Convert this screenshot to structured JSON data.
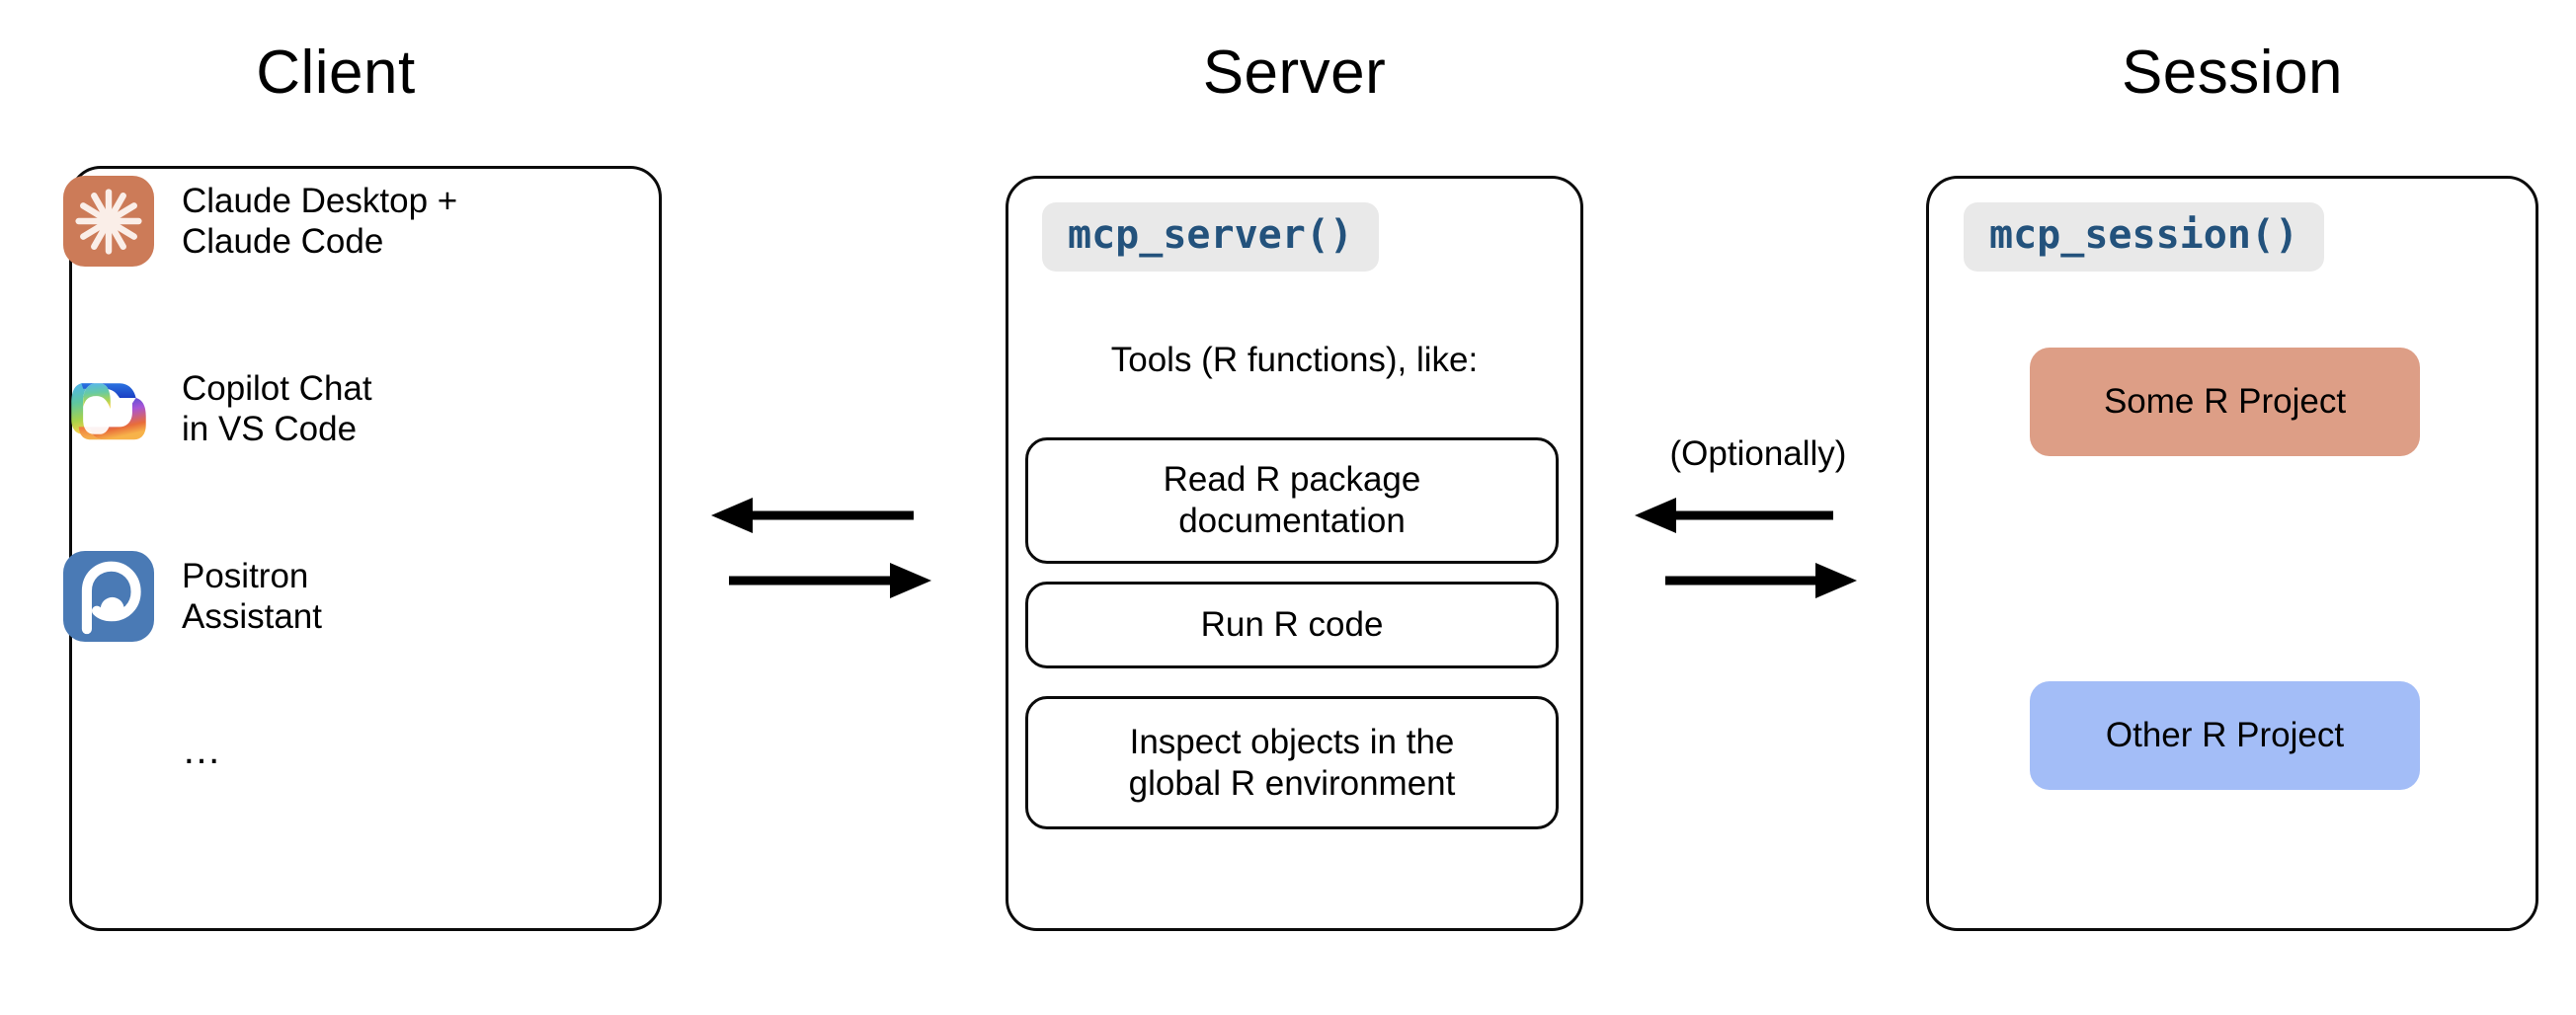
{
  "columns": {
    "client_title": "Client",
    "server_title": "Server",
    "session_title": "Session"
  },
  "client": {
    "items": [
      {
        "icon": "claude-icon",
        "label": "Claude Desktop +\nClaude Code"
      },
      {
        "icon": "copilot-icon",
        "label": "Copilot Chat\nin VS Code"
      },
      {
        "icon": "positron-icon",
        "label": "Positron\nAssistant"
      }
    ],
    "more": "…"
  },
  "server": {
    "chip": "mcp_server()",
    "tools_caption": "Tools (R functions), like:",
    "tools": [
      "Read R package\ndocumentation",
      "Run R code",
      "Inspect objects in the\nglobal R environment"
    ]
  },
  "session": {
    "chip": "mcp_session()",
    "projects": [
      {
        "label": "Some R Project",
        "color": "#dd9e86"
      },
      {
        "label": "Other R Project",
        "color": "#a3bdf7"
      }
    ]
  },
  "connectors": {
    "optionally_label": "(Optionally)"
  },
  "colors": {
    "claude_icon_bg": "#cc7b58",
    "positron_icon_bg": "#4a7ab5",
    "chip_bg": "#e9e9e9",
    "chip_text": "#23527c",
    "some_project": "#dd9e86",
    "other_project": "#a3bdf7",
    "stroke": "#0b0b0b"
  }
}
